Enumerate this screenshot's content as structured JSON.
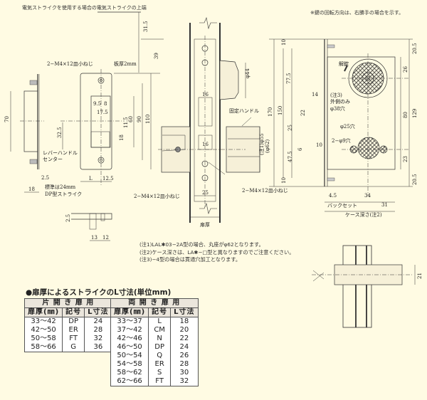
{
  "top_note": "電気ストライクを使用する場合の電気ストライクの上端",
  "right_note": "※鍵の回転方向は、右勝手の場合を示す。",
  "labels": {
    "screw_strike": "2−M4×12皿小ねじ",
    "plate_thickness": "板厚2mm",
    "lever_center_1": "レバーハンドル",
    "lever_center_2": "センター",
    "standard_1": "標準は24mm",
    "standard_2": "DP型ストライク",
    "screw_left": "2−M4×12皿小ねじ",
    "screw_right": "2−M4×12皿小ねじ",
    "fixed_handle": "固定ハンドル",
    "door_thickness": "扉厚",
    "unlock": "解錠",
    "note3": "(注3)",
    "outer_only": "外側のみ",
    "hole38": "φ38穴",
    "hole25": "φ25穴",
    "hole9": "2−φ9穴",
    "backset": "バックセット",
    "case_depth": "ケース深さ(注2)",
    "phi44": "φ44",
    "phi55": "(注1)φ55",
    "phi62": "(φ62)"
  },
  "dims": {
    "d31_5": "31.5",
    "d39": "39",
    "d70": "70",
    "d32_5": "32.5",
    "d18a": "18",
    "d2_5a": "2.5",
    "d9_5": "9.5",
    "d8": "8",
    "d17_5": "17.5",
    "d11_5": "11.5",
    "d18b": "18",
    "d60": "60",
    "d90": "90",
    "d110": "110",
    "dL": "L",
    "d12_5": "12.5",
    "d2_5b": "2.5",
    "d13": "13",
    "d12": "12",
    "d16a": "16",
    "d16b": "16",
    "d25": "25",
    "d170a": "170",
    "d10a": "10",
    "d77_5": "77.5",
    "d150": "150",
    "d170": "170",
    "d14": "14",
    "d22": "22",
    "d25b": "25",
    "d6": "6",
    "d10b": "10",
    "d47_5": "47.5",
    "d10c": "10",
    "d20_5a": "20.5",
    "d26": "26",
    "d80": "80",
    "d129": "129",
    "d23": "23",
    "d20_5b": "20.5",
    "d4_5": "4.5",
    "d34": "34",
    "d31": "31",
    "d21": "21"
  },
  "notes": [
    "(注1)LAL✱03−2A型の場合、丸座がφ62となります。",
    "(注2)ケース深さは、LA✱−□型と異なりますのでご注意ください。",
    "(注3)−4型の場合は貫通穴加工となります。"
  ],
  "table_title": "●扉厚によるストライクのL寸法(単位mm)",
  "single_table": {
    "title": "片 開 き 扉 用",
    "headers": [
      "扉厚(㎜)",
      "記号",
      "L寸法"
    ],
    "rows": [
      [
        "33〜42",
        "DP",
        "24"
      ],
      [
        "42〜50",
        "ER",
        "28"
      ],
      [
        "50〜58",
        "FT",
        "32"
      ],
      [
        "58〜66",
        "G",
        "36"
      ]
    ]
  },
  "double_table": {
    "title": "両 開 き 扉 用",
    "headers": [
      "扉厚(㎜)",
      "記号",
      "L寸法"
    ],
    "rows": [
      [
        "33〜37",
        "L",
        "18"
      ],
      [
        "37〜42",
        "CM",
        "20"
      ],
      [
        "42〜46",
        "N",
        "22"
      ],
      [
        "46〜50",
        "DP",
        "24"
      ],
      [
        "50〜54",
        "Q",
        "26"
      ],
      [
        "54〜58",
        "ER",
        "28"
      ],
      [
        "58〜62",
        "S",
        "30"
      ],
      [
        "62〜66",
        "FT",
        "32"
      ]
    ]
  }
}
